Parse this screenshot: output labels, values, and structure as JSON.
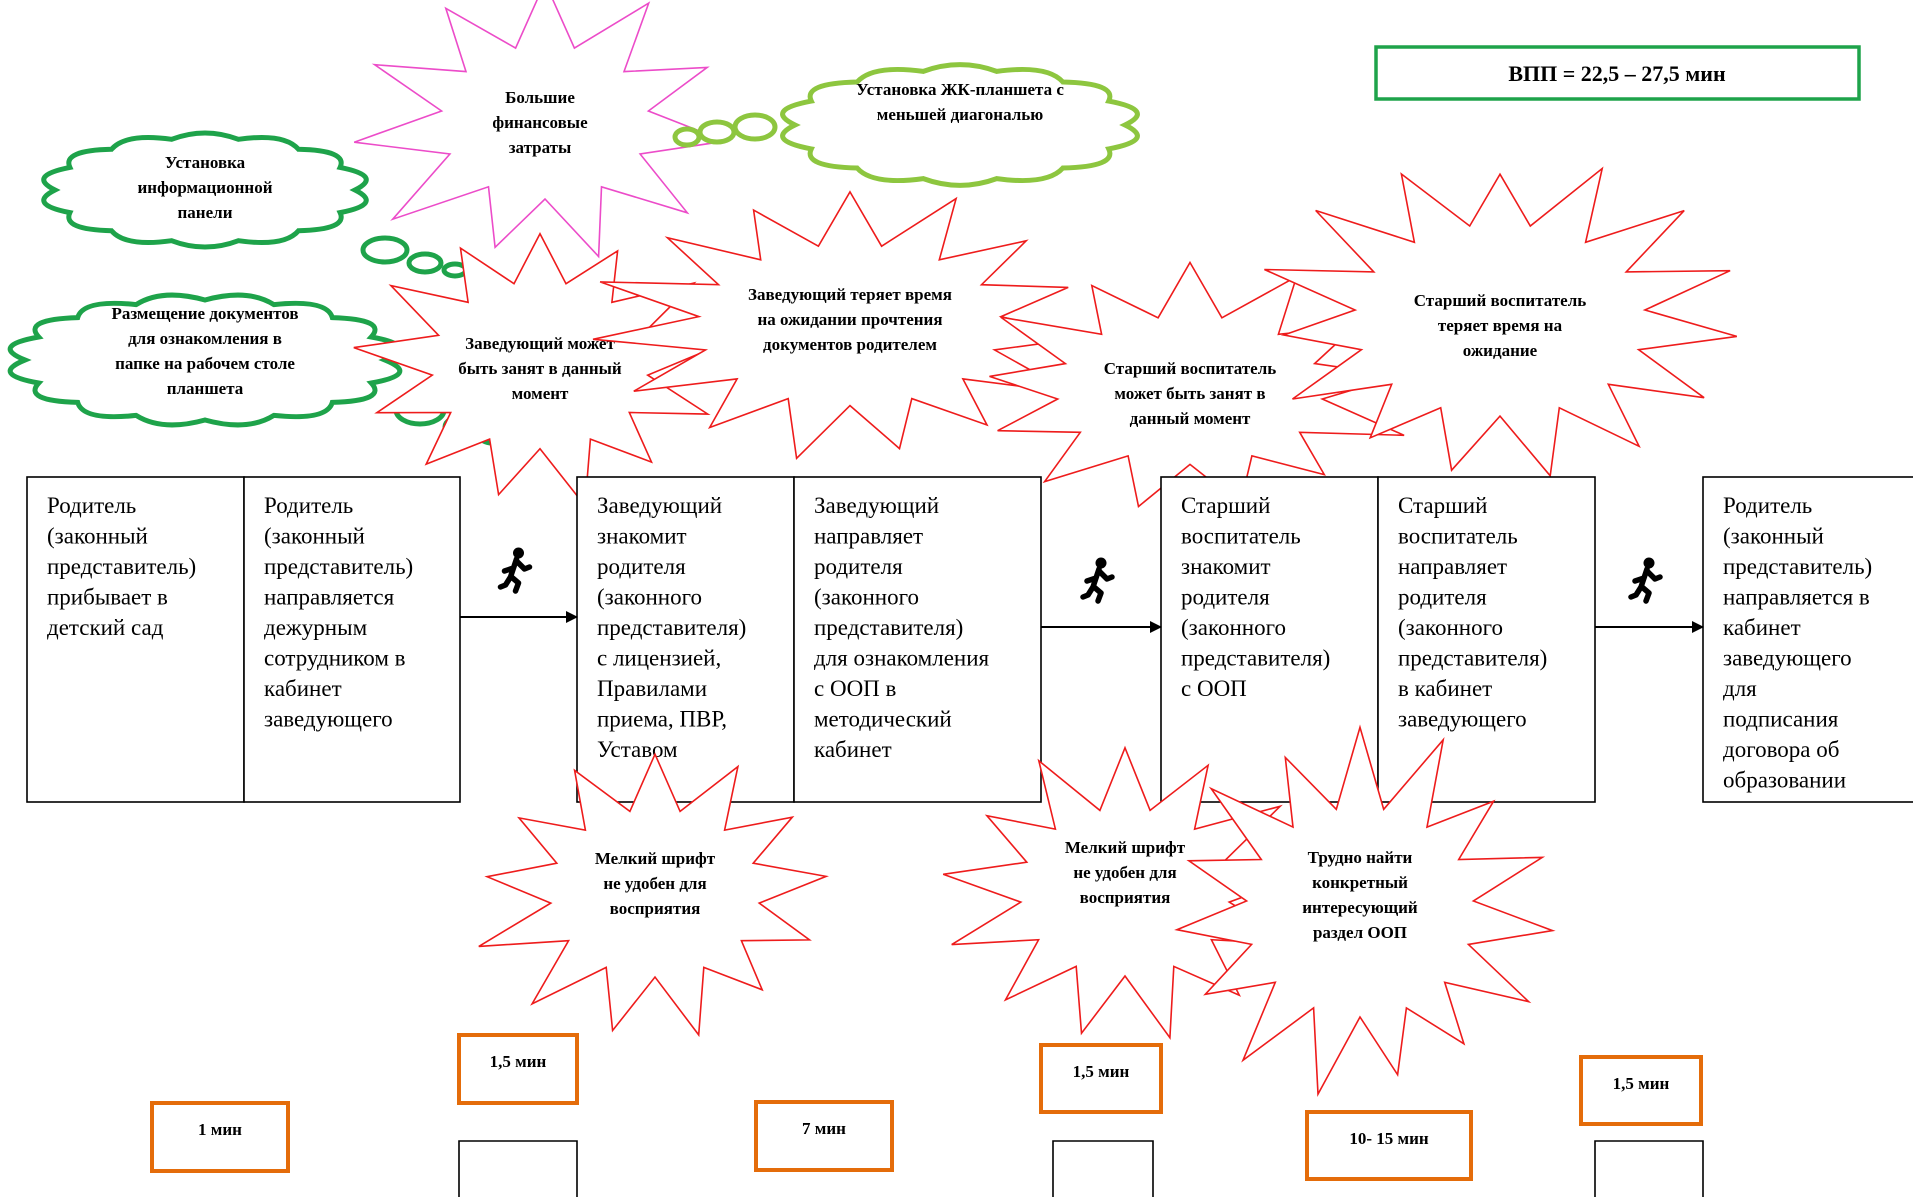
{
  "vpp": {
    "label": "ВПП = 22,5 – 27,5 мин",
    "color": "#1ea34a"
  },
  "colors": {
    "problem": "#ee1c1c",
    "finance": "#ec4cc9",
    "solution_dark": "#1ea34a",
    "solution_light": "#8dc63f",
    "time": "#e46c0a",
    "stroke": "#000000"
  },
  "steps": [
    {
      "text": [
        "Родитель",
        "(законный",
        "представитель)",
        "прибывает в",
        "детский сад"
      ]
    },
    {
      "text": [
        "Родитель",
        "(законный",
        "представитель)",
        "направляется",
        "дежурным",
        "сотрудником в",
        "кабинет",
        "заведующего"
      ]
    },
    {
      "text": [
        "Заведующий",
        "знакомит",
        "родителя",
        "(законного",
        "представителя)",
        "с лицензией,",
        "Правилами",
        "приема, ПВР,",
        "Уставом"
      ]
    },
    {
      "text": [
        "Заведующий",
        "направляет",
        "родителя",
        "(законного",
        "представителя)",
        "для ознакомления",
        "с ООП в",
        "методический",
        "кабинет"
      ]
    },
    {
      "text": [
        "Старший",
        "воспитатель",
        "знакомит",
        "родителя",
        "(законного",
        "представителя)",
        "с ООП"
      ]
    },
    {
      "text": [
        "Старший",
        "воспитатель",
        "направляет",
        "родителя",
        "(законного",
        "представителя)",
        "в кабинет",
        "заведующего"
      ]
    },
    {
      "text": [
        "Родитель",
        "(законный",
        "представитель)",
        "направляется в",
        "кабинет",
        "заведующего",
        "для",
        "подписания",
        "договора об",
        "образовании"
      ]
    }
  ],
  "walk_icon": "walking-person-icon",
  "problems_top": [
    {
      "text": [
        "Заведующий может",
        "быть занят в данный",
        "момент"
      ]
    },
    {
      "text": [
        "Заведующий теряет время",
        "на ожидании прочтения",
        "документов родителем"
      ]
    },
    {
      "text": [
        "Старший воспитатель",
        "может быть занят в",
        "данный момент"
      ]
    },
    {
      "text": [
        "Старший воспитатель",
        "теряет время на",
        "ожидание"
      ]
    }
  ],
  "problems_bottom": [
    {
      "text": [
        "Мелкий шрифт",
        "не удобен для",
        "восприятия"
      ]
    },
    {
      "text": [
        "Мелкий шрифт",
        "не удобен для",
        "восприятия"
      ]
    },
    {
      "text": [
        "Трудно найти",
        "конкретный",
        "интересующий",
        "раздел ООП"
      ]
    }
  ],
  "finance": {
    "text": [
      "Большие",
      "финансовые",
      "затраты"
    ]
  },
  "solutions": [
    {
      "text": [
        "Установка",
        "информационной",
        "панели"
      ]
    },
    {
      "text": [
        "Размещение документов",
        "для ознакомления в",
        "папке на рабочем столе",
        "планшета"
      ]
    },
    {
      "text": [
        "Установка ЖК-планшета с",
        "меньшей диагональю"
      ]
    }
  ],
  "times": [
    {
      "label": "1 мин"
    },
    {
      "label": "1,5 мин"
    },
    {
      "label": "7 мин"
    },
    {
      "label": "1,5 мин"
    },
    {
      "label": "10- 15 мин"
    },
    {
      "label": "1,5 мин"
    }
  ]
}
